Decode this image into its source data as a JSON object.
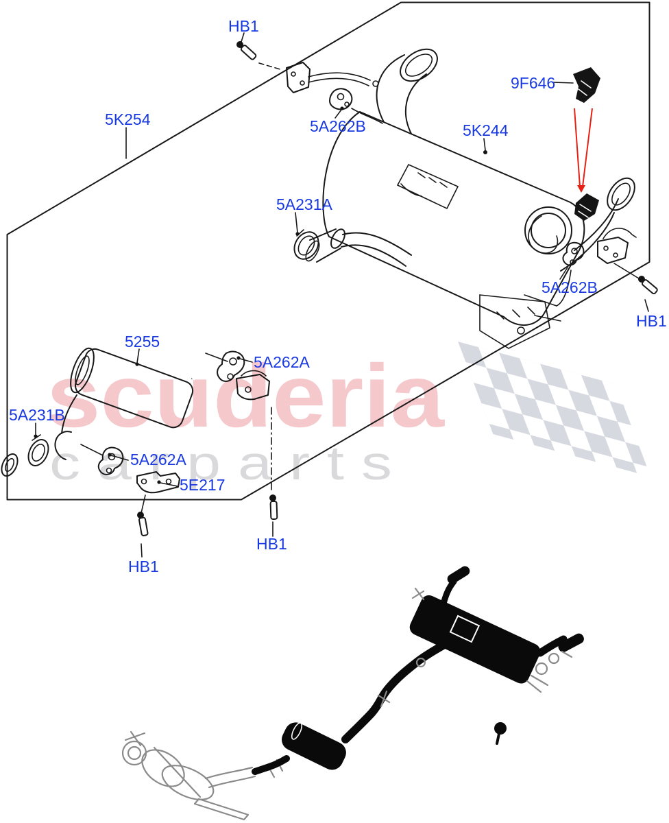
{
  "watermark": {
    "brand": "scuderia",
    "tagline": "c a r   p a r t s"
  },
  "colors": {
    "label_blue": "#1839e2",
    "line_black": "#181818",
    "arrow_red": "#e32213",
    "watermark_pink": "#f5c8cc",
    "watermark_gray": "#d9d9db",
    "flag_gray": "#d7d9e1",
    "thumbnail_black": "#0a0a0a",
    "thumbnail_gray": "#8a8a8a"
  },
  "labels": [
    {
      "id": "hb1-top",
      "text": "HB1"
    },
    {
      "id": "part-5k254",
      "text": "5K254"
    },
    {
      "id": "part-5a262b-upper",
      "text": "5A262B"
    },
    {
      "id": "part-5k244",
      "text": "5K244"
    },
    {
      "id": "part-9f646",
      "text": "9F646"
    },
    {
      "id": "part-5a231a",
      "text": "5A231A"
    },
    {
      "id": "part-5a262b-lower",
      "text": "5A262B"
    },
    {
      "id": "hb1-right",
      "text": "HB1"
    },
    {
      "id": "part-5255",
      "text": "5255"
    },
    {
      "id": "part-5a262a-upper",
      "text": "5A262A"
    },
    {
      "id": "part-5a231b",
      "text": "5A231B"
    },
    {
      "id": "part-5a262a-lower",
      "text": "5A262A"
    },
    {
      "id": "part-5e217",
      "text": "5E217"
    },
    {
      "id": "hb1-bottom-center",
      "text": "HB1"
    },
    {
      "id": "hb1-bottom-left",
      "text": "HB1"
    }
  ]
}
